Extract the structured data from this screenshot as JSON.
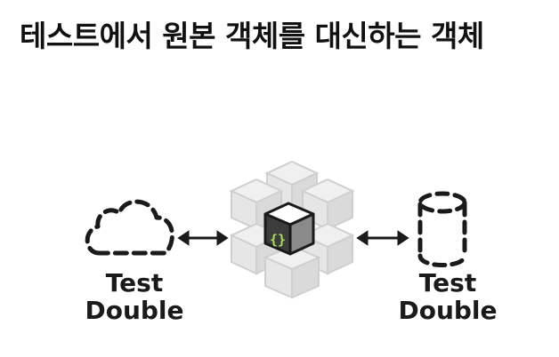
{
  "title": "테스트에서 원본 객체를 대신하는 객체",
  "left_label": {
    "line1": "Test",
    "line2": "Double"
  },
  "right_label": {
    "line1": "Test",
    "line2": "Double"
  },
  "center_icon_text": "{}",
  "colors": {
    "text": "#111111",
    "outline": "#1a1a1a",
    "ghost_cube": "#dcdcdc",
    "core_cube": "#8a8a8a",
    "brace": "#a8e05a"
  }
}
